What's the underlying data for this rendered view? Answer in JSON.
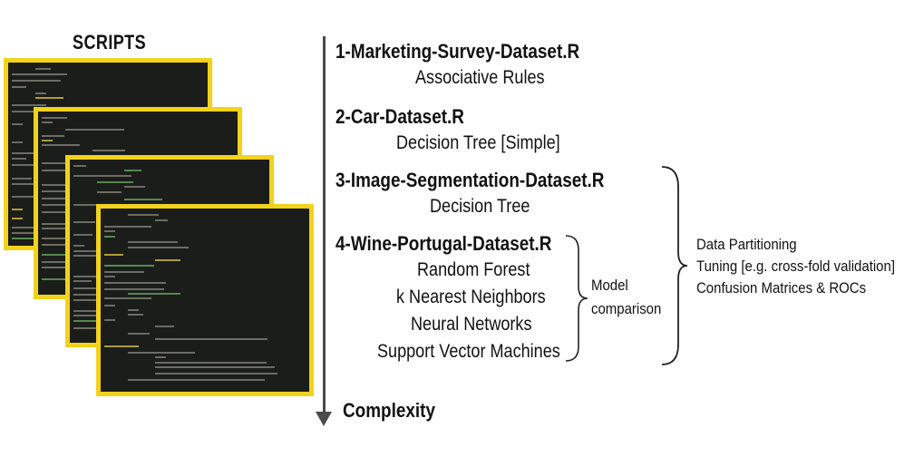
{
  "title": "SCRIPTS",
  "axis_label": "Complexity",
  "scripts": [
    {
      "name": "1-Marketing-Survey-Dataset.R",
      "methods": [
        "Associative Rules"
      ]
    },
    {
      "name": "2-Car-Dataset.R",
      "methods": [
        "Decision Tree [Simple]"
      ]
    },
    {
      "name": "3-Image-Segmentation-Dataset.R",
      "methods": [
        "Decision Tree"
      ]
    },
    {
      "name": "4-Wine-Portugal-Dataset.R",
      "methods": [
        "Random Forest",
        "k Nearest Neighbors",
        "Neural Networks",
        "Support Vector Machines"
      ]
    }
  ],
  "model_comparison": {
    "line1": "Model",
    "line2": "comparison"
  },
  "common_steps": [
    "Data Partitioning",
    "Tuning [e.g. cross-fold validation]",
    "Confusion Matrices & ROCs"
  ],
  "colors": {
    "frame": "#f2d21b",
    "screen": "#1b1d1a",
    "arrow": "#4a4a4a"
  }
}
